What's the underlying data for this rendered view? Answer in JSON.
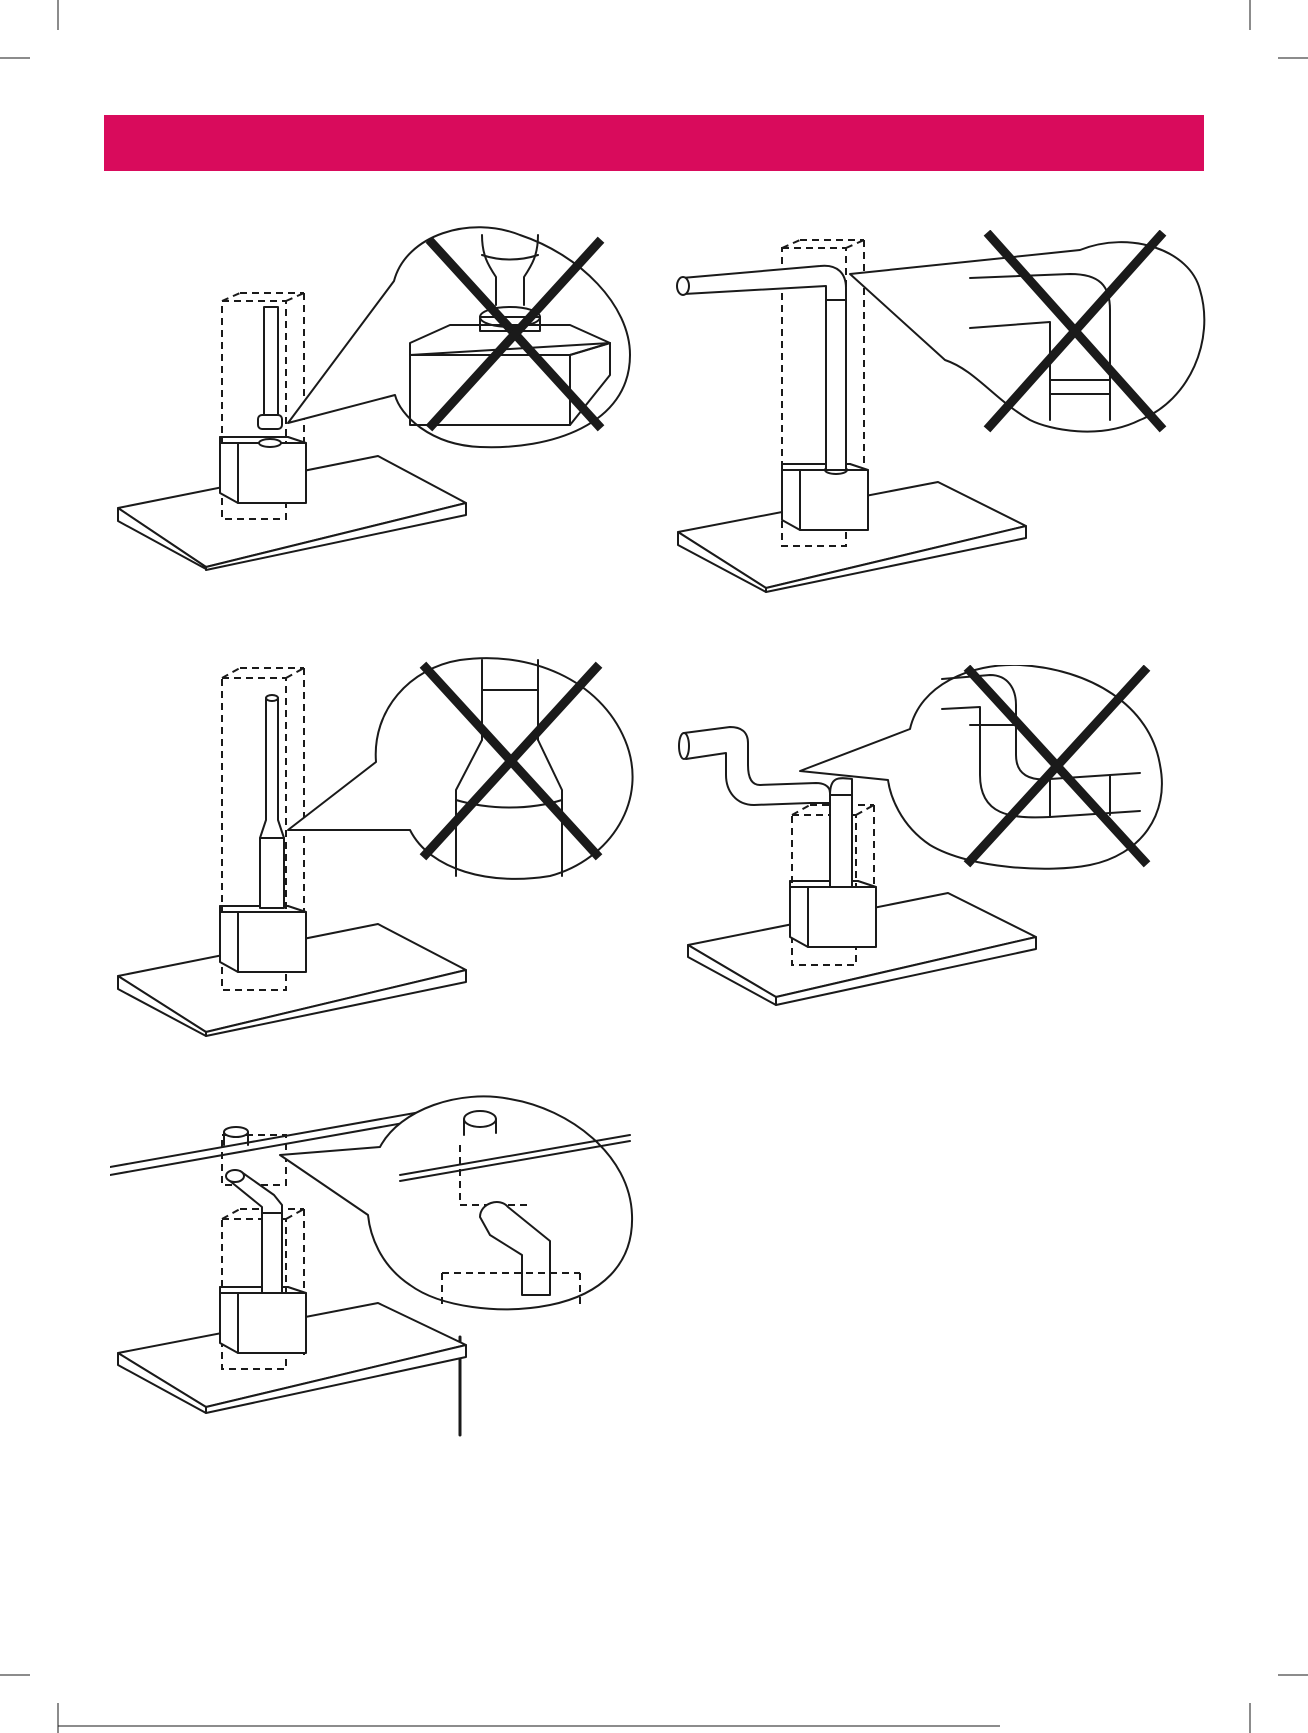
{
  "page": {
    "header_color": "#d90b5c",
    "line_color": "#1a1a1a",
    "background": "#ffffff"
  },
  "illustrations": [
    {
      "id": "fig-1",
      "icon": "duct-reducer-at-connector-incorrect-icon",
      "marked_incorrect": true
    },
    {
      "id": "fig-2",
      "icon": "duct-sharp-bend-incorrect-icon",
      "marked_incorrect": true
    },
    {
      "id": "fig-3",
      "icon": "duct-diameter-reduction-incorrect-icon",
      "marked_incorrect": true
    },
    {
      "id": "fig-4",
      "icon": "duct-multiple-bends-incorrect-icon",
      "marked_incorrect": true
    },
    {
      "id": "fig-5",
      "icon": "duct-through-wall-correct-icon",
      "marked_incorrect": false
    }
  ]
}
